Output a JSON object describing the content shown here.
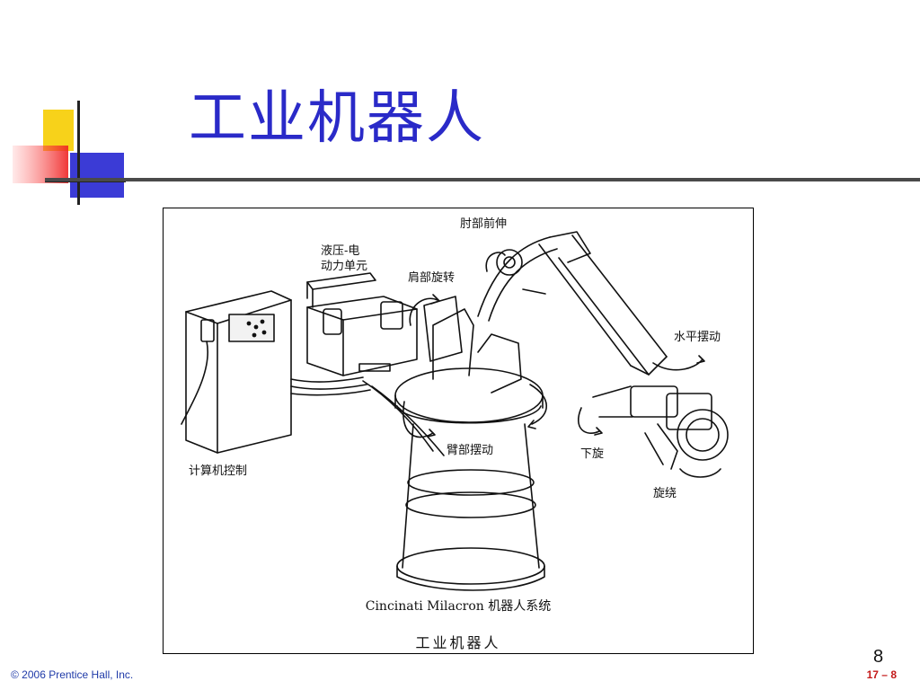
{
  "slide": {
    "title": "工业机器人",
    "page_number": "8",
    "footer_left": "© 2006 Prentice Hall, Inc.",
    "footer_right": "17 – 8",
    "title_color": "#2a2ac8",
    "footer_left_color": "#1f3aa8",
    "footer_right_color": "#c41a1a"
  },
  "figure": {
    "labels": {
      "elbow": "肘部前伸",
      "hydraulic_line1": "液压-电",
      "hydraulic_line2": "动力单元",
      "shoulder": "肩部旋转",
      "horizontal": "水平摆动",
      "arm_swing": "臂部摆动",
      "down_rotate": "下旋",
      "rotate": "旋绕",
      "computer": "计算机控制"
    },
    "caption_system": "Cincinati Milacron 机器人系统",
    "caption_title": "工业机器人"
  }
}
